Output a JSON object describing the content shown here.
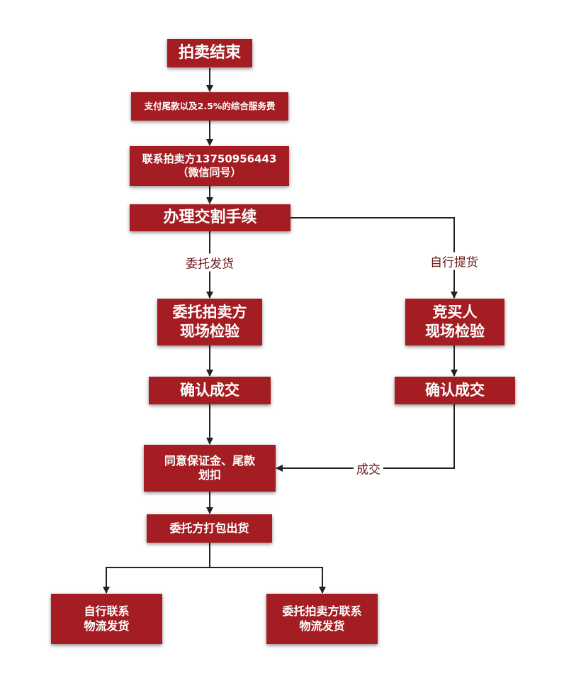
{
  "nodes": {
    "auction_end": "拍卖结束",
    "pay_balance": "支付尾款以及2.5%的综合服务费",
    "contact_seller": "联系拍卖方13750956443\n（微信同号）",
    "handover": "办理交割手续",
    "consignor_inspect": "委托拍卖方\n现场检验",
    "buyer_inspect": "竞买人\n现场检验",
    "confirm_left": "确认成交",
    "confirm_right": "确认成交",
    "agree_deduct": "同意保证金、尾款\n划扣",
    "pack_ship": "委托方打包出货",
    "self_logistics": "自行联系\n物流发货",
    "consignor_logistics": "委托拍卖方联系\n物流发货"
  },
  "edge_labels": {
    "entrust_ship": "委托发货",
    "self_pickup": "自行提货",
    "deal": "成交"
  },
  "colors": {
    "box": "#a31d22",
    "box_text": "#ffffff",
    "line": "#222222",
    "label_text": "#6b1a1c"
  }
}
